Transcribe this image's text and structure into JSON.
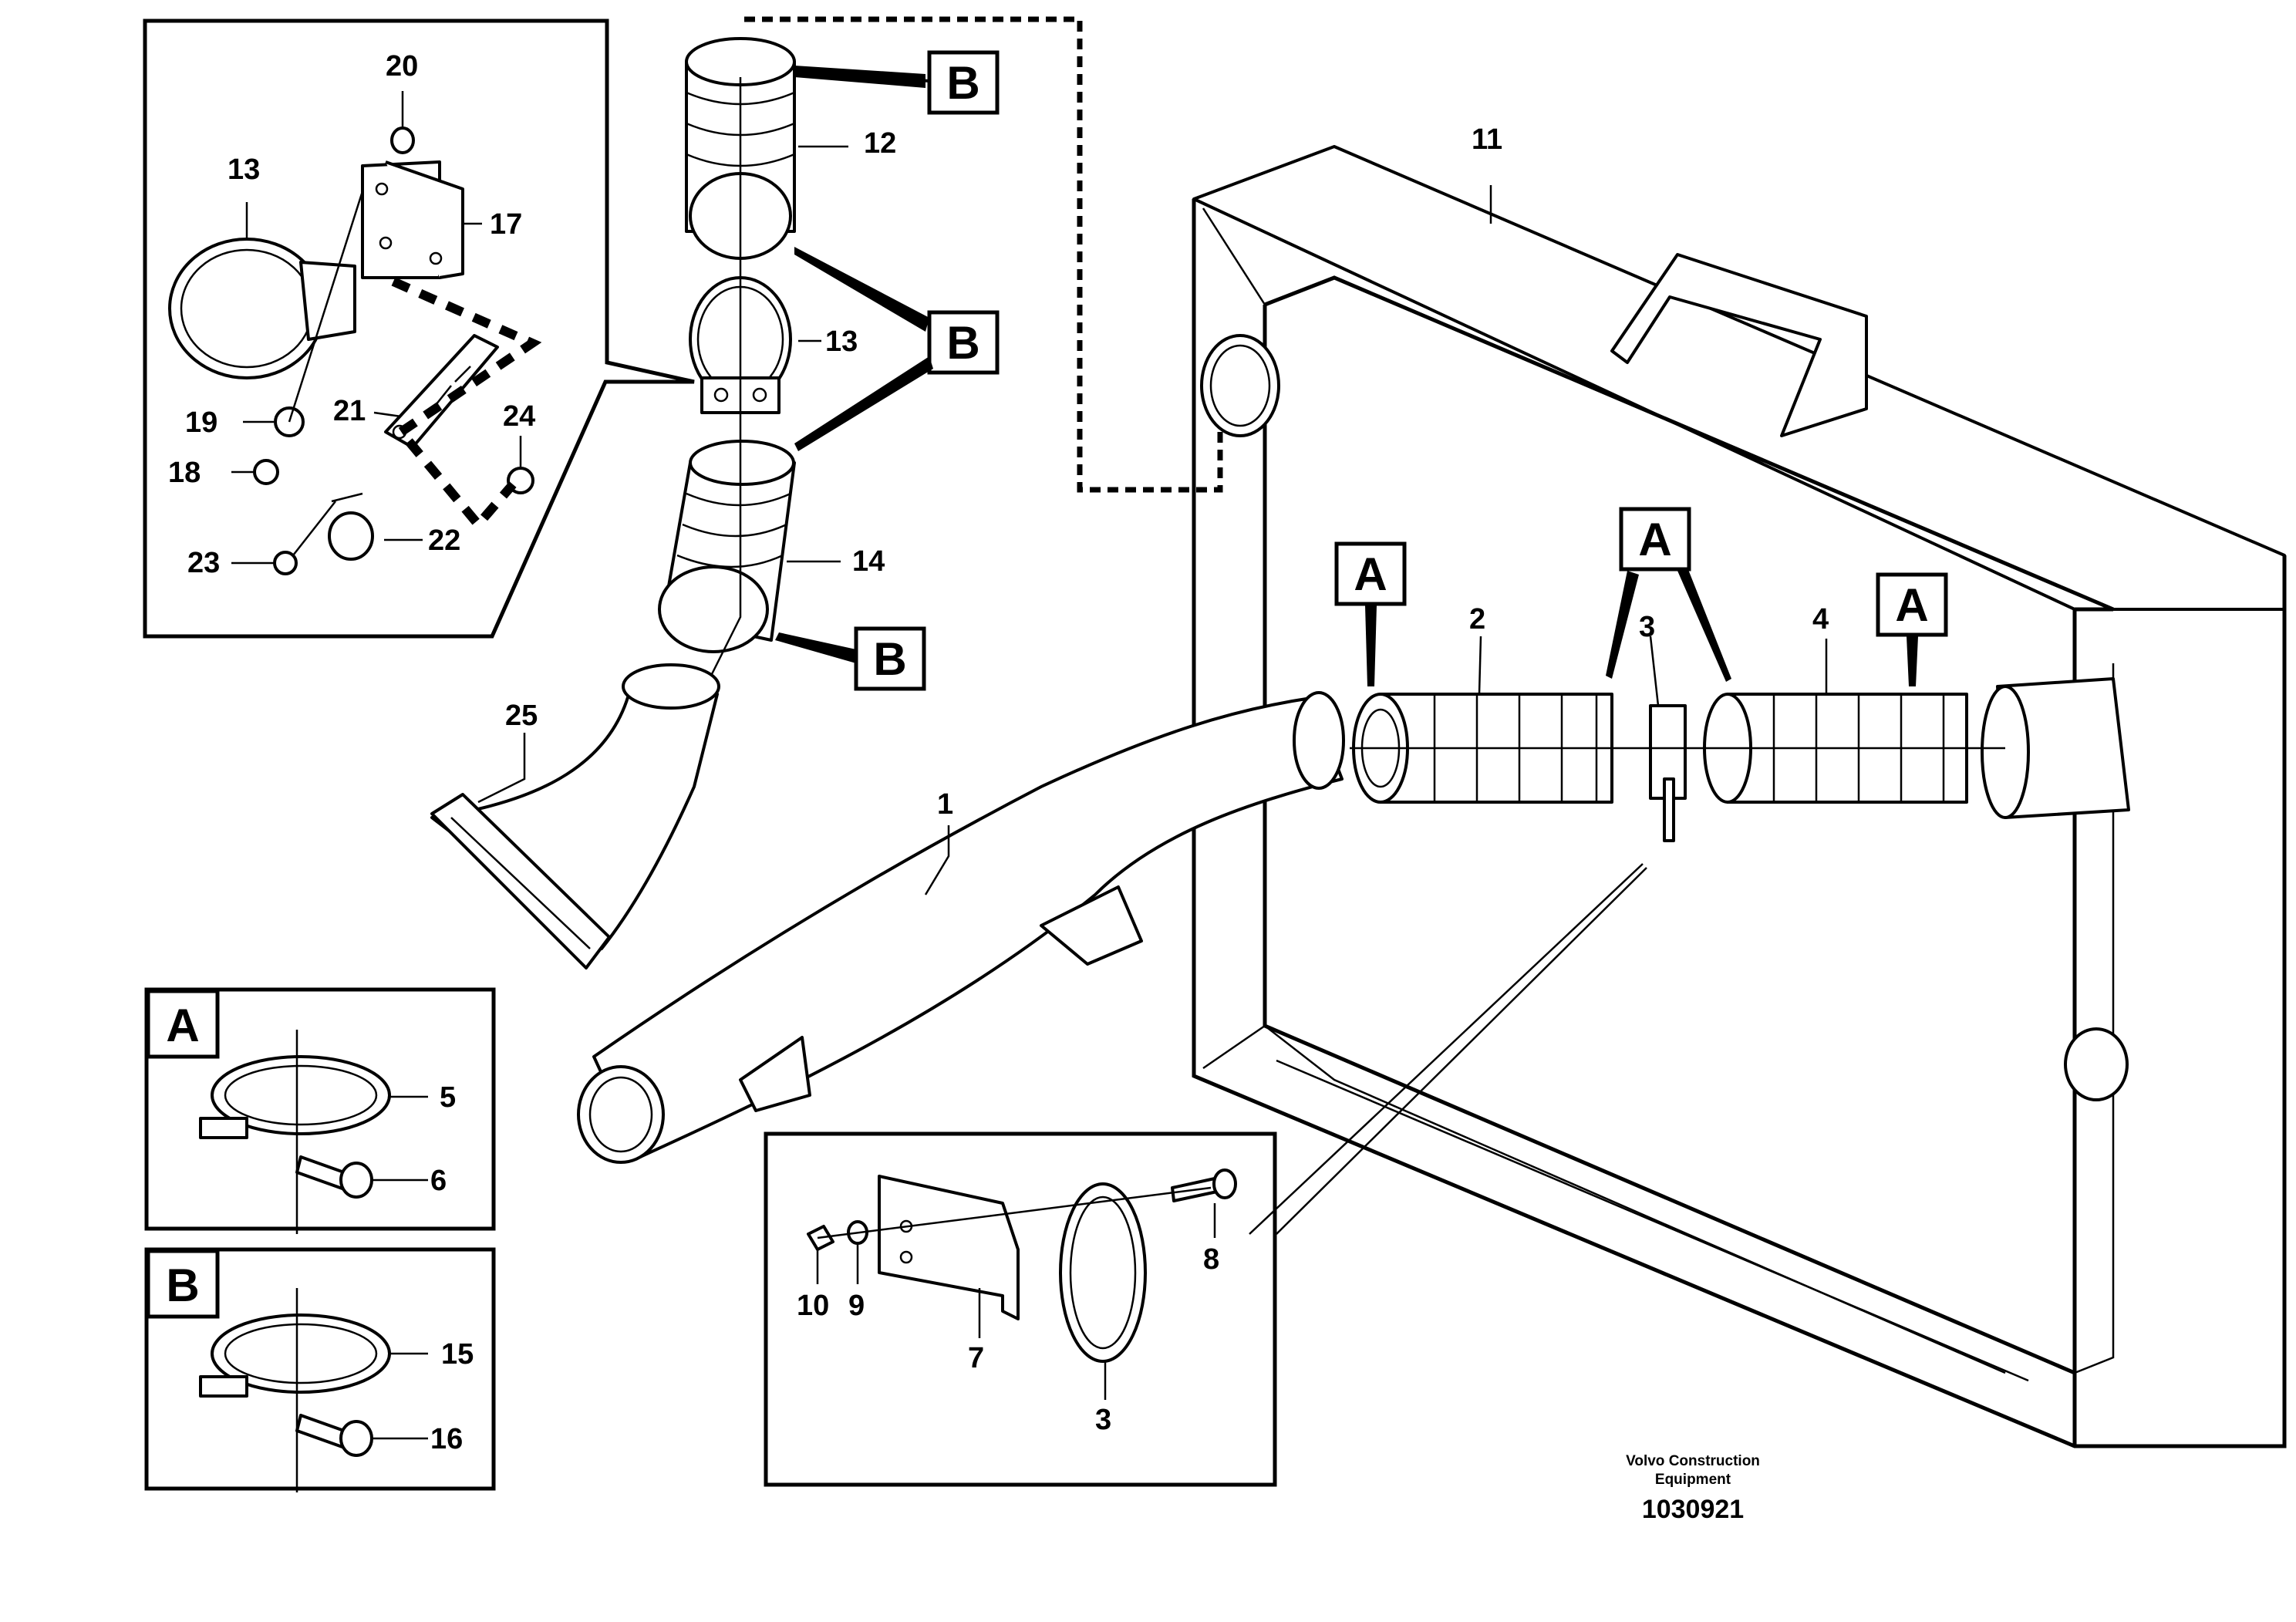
{
  "labels": {
    "n1": "1",
    "n2": "2",
    "n3a": "3",
    "n3b": "3",
    "n4": "4",
    "n5": "5",
    "n6": "6",
    "n7": "7",
    "n8": "8",
    "n9": "9",
    "n10": "10",
    "n11": "11",
    "n12": "12",
    "n13a": "13",
    "n13b": "13",
    "n14": "14",
    "n15": "15",
    "n16": "16",
    "n17": "17",
    "n18": "18",
    "n19": "19",
    "n20": "20",
    "n21": "21",
    "n22": "22",
    "n23": "23",
    "n24": "24",
    "n25": "25"
  },
  "callouts": {
    "a1": "A",
    "a2": "A",
    "a3": "A",
    "b1": "B",
    "b2": "B",
    "b3": "B",
    "detail_a": "A",
    "detail_b": "B"
  },
  "footer": {
    "brand_line1": "Volvo Construction",
    "brand_line2": "Equipment",
    "drawing_number": "1030921"
  }
}
